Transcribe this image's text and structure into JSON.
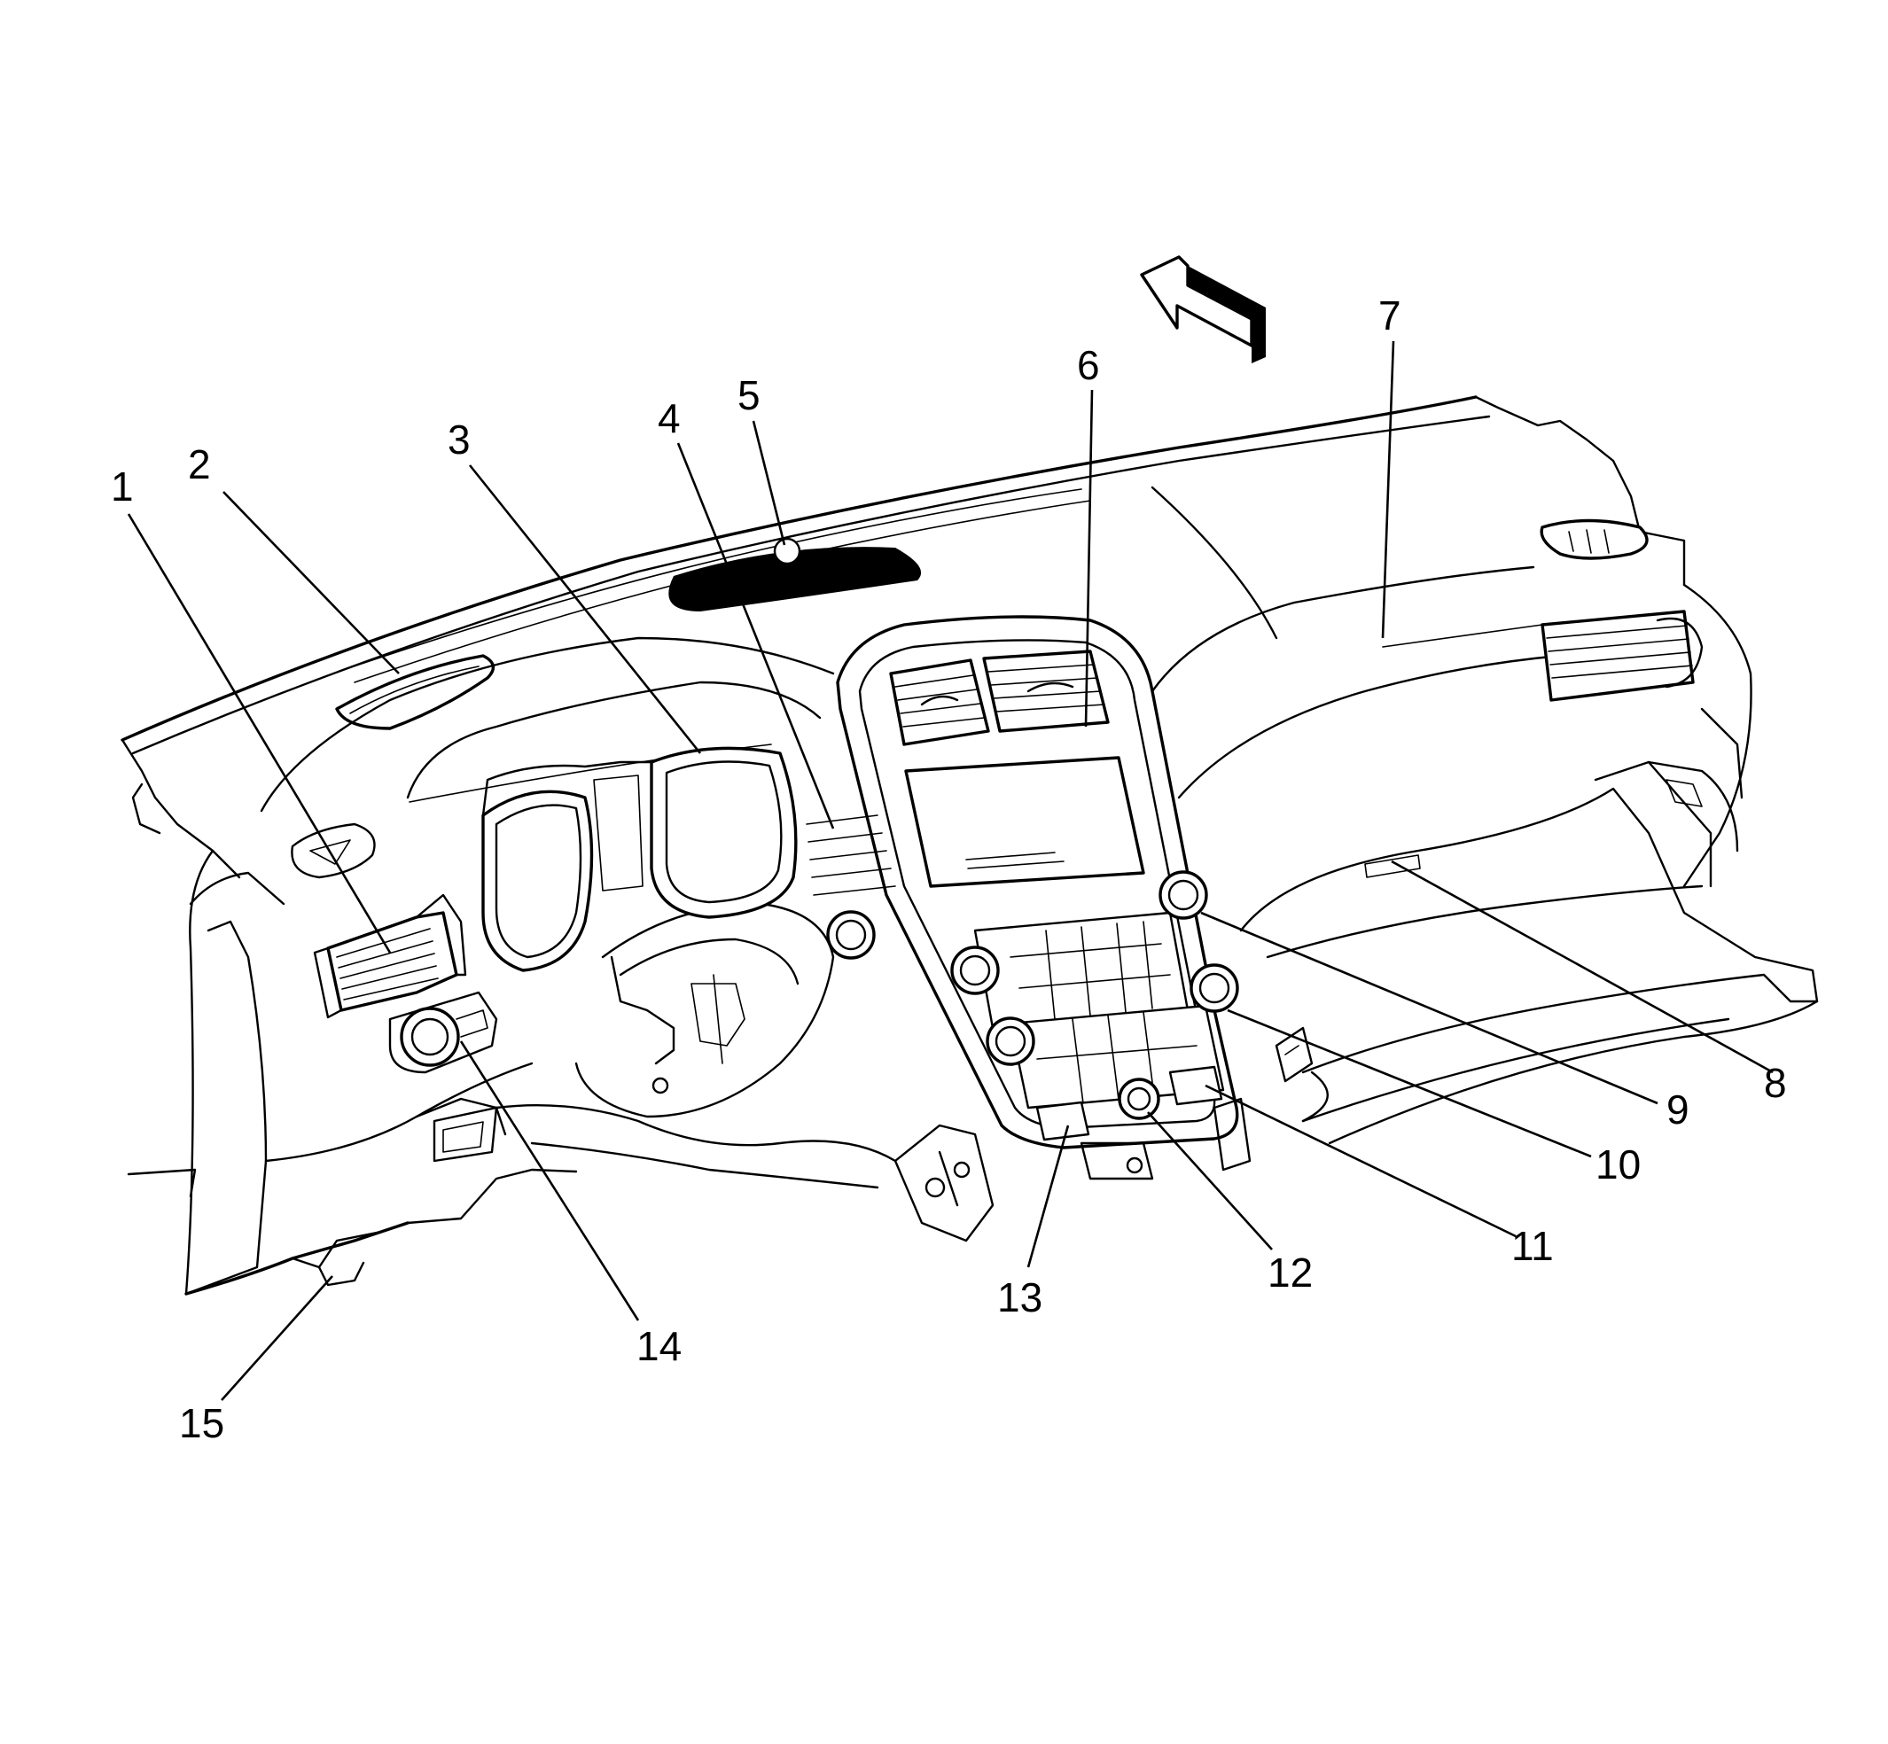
{
  "diagram": {
    "type": "exploded-parts-illustration",
    "subject": "instrument-panel",
    "callouts": [
      {
        "id": 1,
        "label": "1"
      },
      {
        "id": 2,
        "label": "2"
      },
      {
        "id": 3,
        "label": "3"
      },
      {
        "id": 4,
        "label": "4"
      },
      {
        "id": 5,
        "label": "5"
      },
      {
        "id": 6,
        "label": "6"
      },
      {
        "id": 7,
        "label": "7"
      },
      {
        "id": 8,
        "label": "8"
      },
      {
        "id": 9,
        "label": "9"
      },
      {
        "id": 10,
        "label": "10"
      },
      {
        "id": 11,
        "label": "11"
      },
      {
        "id": 12,
        "label": "12"
      },
      {
        "id": 13,
        "label": "13"
      },
      {
        "id": 14,
        "label": "14"
      },
      {
        "id": 15,
        "label": "15"
      }
    ],
    "icons": [
      "front-direction-arrow-icon"
    ],
    "colors": {
      "ink": "#000000",
      "paper": "#ffffff"
    }
  }
}
